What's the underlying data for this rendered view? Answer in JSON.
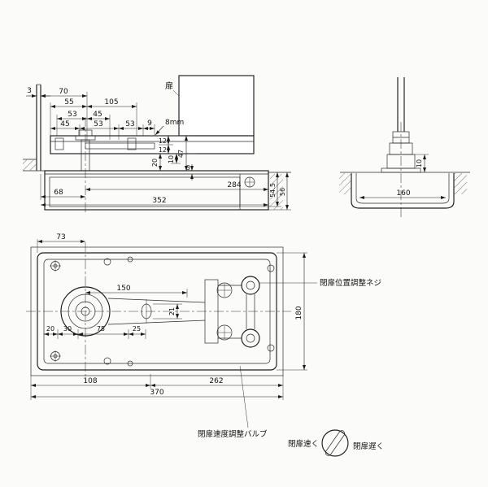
{
  "section_view": {
    "door_label": "扉",
    "dims": {
      "frame_3": "3",
      "d70": "70",
      "d55": "55",
      "d105": "105",
      "d53a": "53",
      "d45a": "45",
      "d45b": "45",
      "d53b": "53",
      "d53c": "53",
      "d9": "9",
      "d8mm": "8mm",
      "d12a": "12",
      "d12b": "12",
      "d20": "20",
      "d10": "10",
      "d47": "47",
      "d3": "3",
      "d68": "68",
      "d284": "284",
      "d352": "352",
      "d54_5": "54.5",
      "d56": "56"
    }
  },
  "end_view": {
    "dims": {
      "d10": "10",
      "d160": "160"
    }
  },
  "plan_view": {
    "dims": {
      "d73": "73",
      "d150": "150",
      "d20": "20",
      "d30": "30",
      "d75": "75",
      "d25": "25",
      "d21": "21",
      "d180": "180",
      "d108": "108",
      "d262": "262",
      "d370": "370"
    }
  },
  "annotations": {
    "position_screw_label": "閉扉位置調整ネジ",
    "speed_valve_label": "閉扉速度調整バルブ",
    "close_fast_label": "閉扉速く",
    "close_slow_label": "閉扉遅く"
  }
}
